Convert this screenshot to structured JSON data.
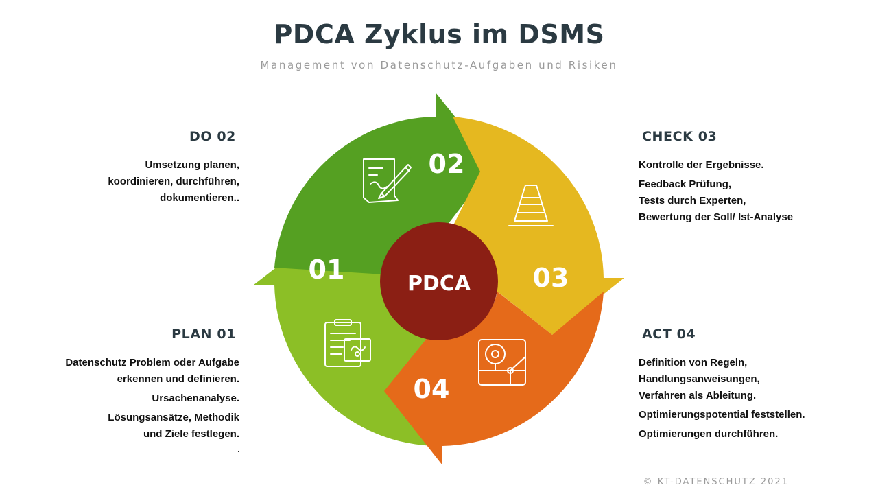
{
  "title": "PDCA Zyklus im DSMS",
  "subtitle": "Management von Datenschutz-Aufgaben und Risiken",
  "center_label": "PDCA",
  "colors": {
    "plan": "#8cbf26",
    "do": "#55a022",
    "check": "#e5b820",
    "act": "#e56a1a",
    "center": "#8b1f14",
    "heading": "#2b3a42"
  },
  "segments": {
    "plan": {
      "number": "01",
      "heading": "PLAN 01",
      "icon": "clipboard-puzzle-icon",
      "lines": [
        "Datenschutz Problem oder Aufgabe",
        "erkennen und definieren.",
        "Ursachenanalyse.",
        "Lösungsansätze,  Methodik",
        "und Ziele festlegen.",
        "."
      ]
    },
    "do": {
      "number": "02",
      "heading": "DO 02",
      "icon": "document-pencil-icon",
      "lines": [
        "Umsetzung planen,",
        "koordinieren, durchführen,",
        "dokumentieren.."
      ]
    },
    "check": {
      "number": "03",
      "heading": "CHECK 03",
      "icon": "traffic-cone-icon",
      "lines": [
        "Kontrolle der Ergebnisse.",
        "Feedback Prüfung,",
        "Tests  durch Experten,",
        "Bewertung der Soll/ Ist-Analyse"
      ]
    },
    "act": {
      "number": "04",
      "heading": "ACT 04",
      "icon": "map-pin-icon",
      "lines": [
        "Definition von Regeln,",
        "Handlungsanweisungen,",
        "Verfahren als Ableitung.",
        "Optimierungspotential  feststellen.",
        "Optimierungen durchführen."
      ]
    }
  },
  "footer": "© KT-DATENSCHUTZ 2021"
}
